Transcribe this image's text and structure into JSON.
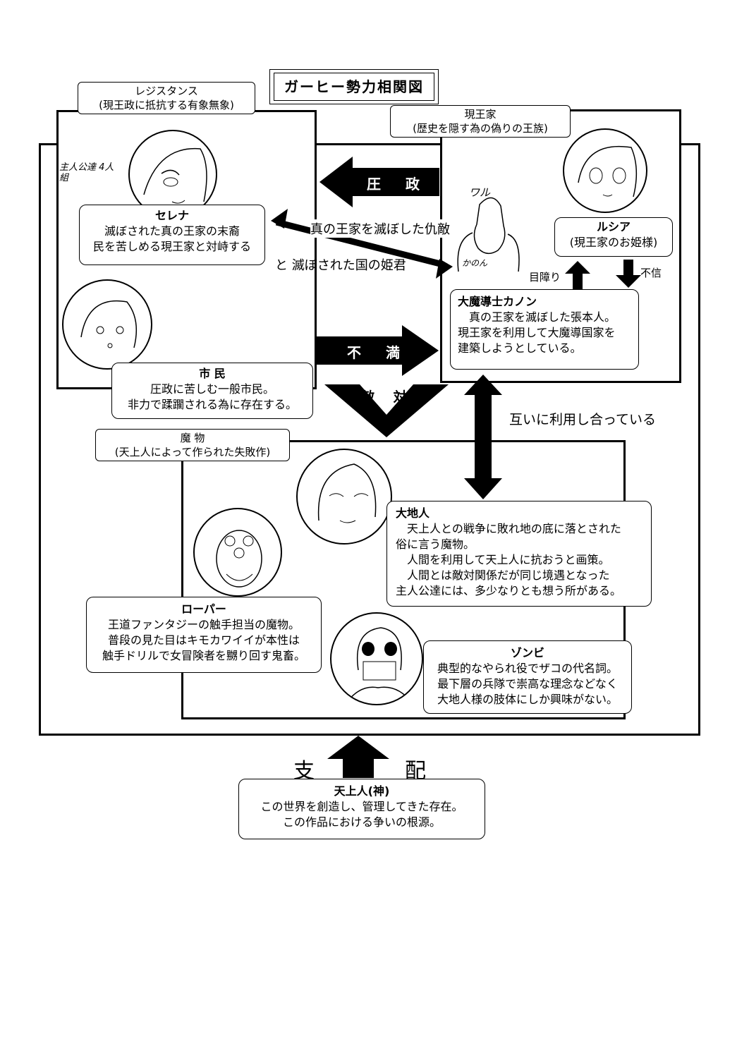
{
  "title": "ガーヒー勢力相関図",
  "resistance": {
    "name": "レジスタンス",
    "desc": "(現王政に抵抗する有象無象)"
  },
  "royal": {
    "name": "現王家",
    "desc": "(歴史を隠す為の偽りの王族)"
  },
  "monsters": {
    "name": "魔 物",
    "desc": "(天上人によって作られた失敗作)"
  },
  "protagonists_note": "主人公達 4人組",
  "selena": {
    "name": "セレナ",
    "lines": [
      "滅ぼされた真の王家の末裔",
      "民を苦しめる現王家と対峙する"
    ]
  },
  "citizens": {
    "name": "市 民",
    "lines": [
      "圧政に苦しむ一般市民。",
      "非力で蹂躙される為に存在する。"
    ]
  },
  "lucia": {
    "name": "ルシア",
    "desc": "(現王家のお姫様)"
  },
  "kanon": {
    "name": "大魔導士カノン",
    "lines": [
      "真の王家を滅ぼした張本人。",
      "現王家を利用して大魔導国家を",
      "建築しようとしている。"
    ]
  },
  "kanon_sketch": {
    "speech": "ワル",
    "caption": "かのん"
  },
  "daichi": {
    "name": "大地人",
    "lines": [
      "天上人との戦争に敗れ地の底に落とされた",
      "俗に言う魔物。",
      "人間を利用して天上人に抗おうと画策。",
      "人間とは敵対関係だが同じ境遇となった",
      "主人公達には、多少なりとも想う所がある。"
    ]
  },
  "roper": {
    "name": "ローパー",
    "lines": [
      "王道ファンタジーの触手担当の魔物。",
      "普段の見た目はキモカワイイが本性は",
      "触手ドリルで女冒険者を嬲り回す鬼畜。"
    ]
  },
  "zombie": {
    "name": "ゾンビ",
    "lines": [
      "典型的なやられ役でザコの代名詞。",
      "最下層の兵隊で崇高な理念などなく",
      "大地人様の肢体にしか興味がない。"
    ]
  },
  "tenjou": {
    "name": "天上人(神)",
    "lines": [
      "この世界を創造し、管理してきた存在。",
      "この作品における争いの根源。"
    ]
  },
  "relations": {
    "oppression": "圧 政",
    "discontent": "不 満",
    "hostility": "敵 対",
    "enemy": "真の王家を滅ぼした仇敵",
    "princess": "と 滅ぼされた国の姫君",
    "mutual": "互いに利用し合っている",
    "blinding": "目障り",
    "distrust": "不信",
    "rule_left": "支",
    "rule_right": "配"
  }
}
